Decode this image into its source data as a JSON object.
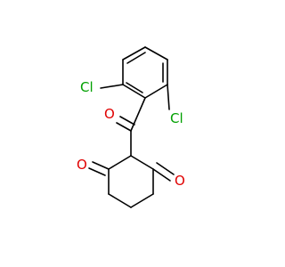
{
  "structure": {
    "atoms": [
      {
        "id": "cl1",
        "label": "Cl"
      },
      {
        "id": "cl2",
        "label": "Cl"
      },
      {
        "id": "o_ketone",
        "label": "O"
      },
      {
        "id": "o_ring1",
        "label": "O"
      },
      {
        "id": "o_ring2",
        "label": "O"
      }
    ],
    "colors": {
      "bond": "#000000",
      "chlorine": "#00a000",
      "oxygen": "#e00000"
    }
  }
}
